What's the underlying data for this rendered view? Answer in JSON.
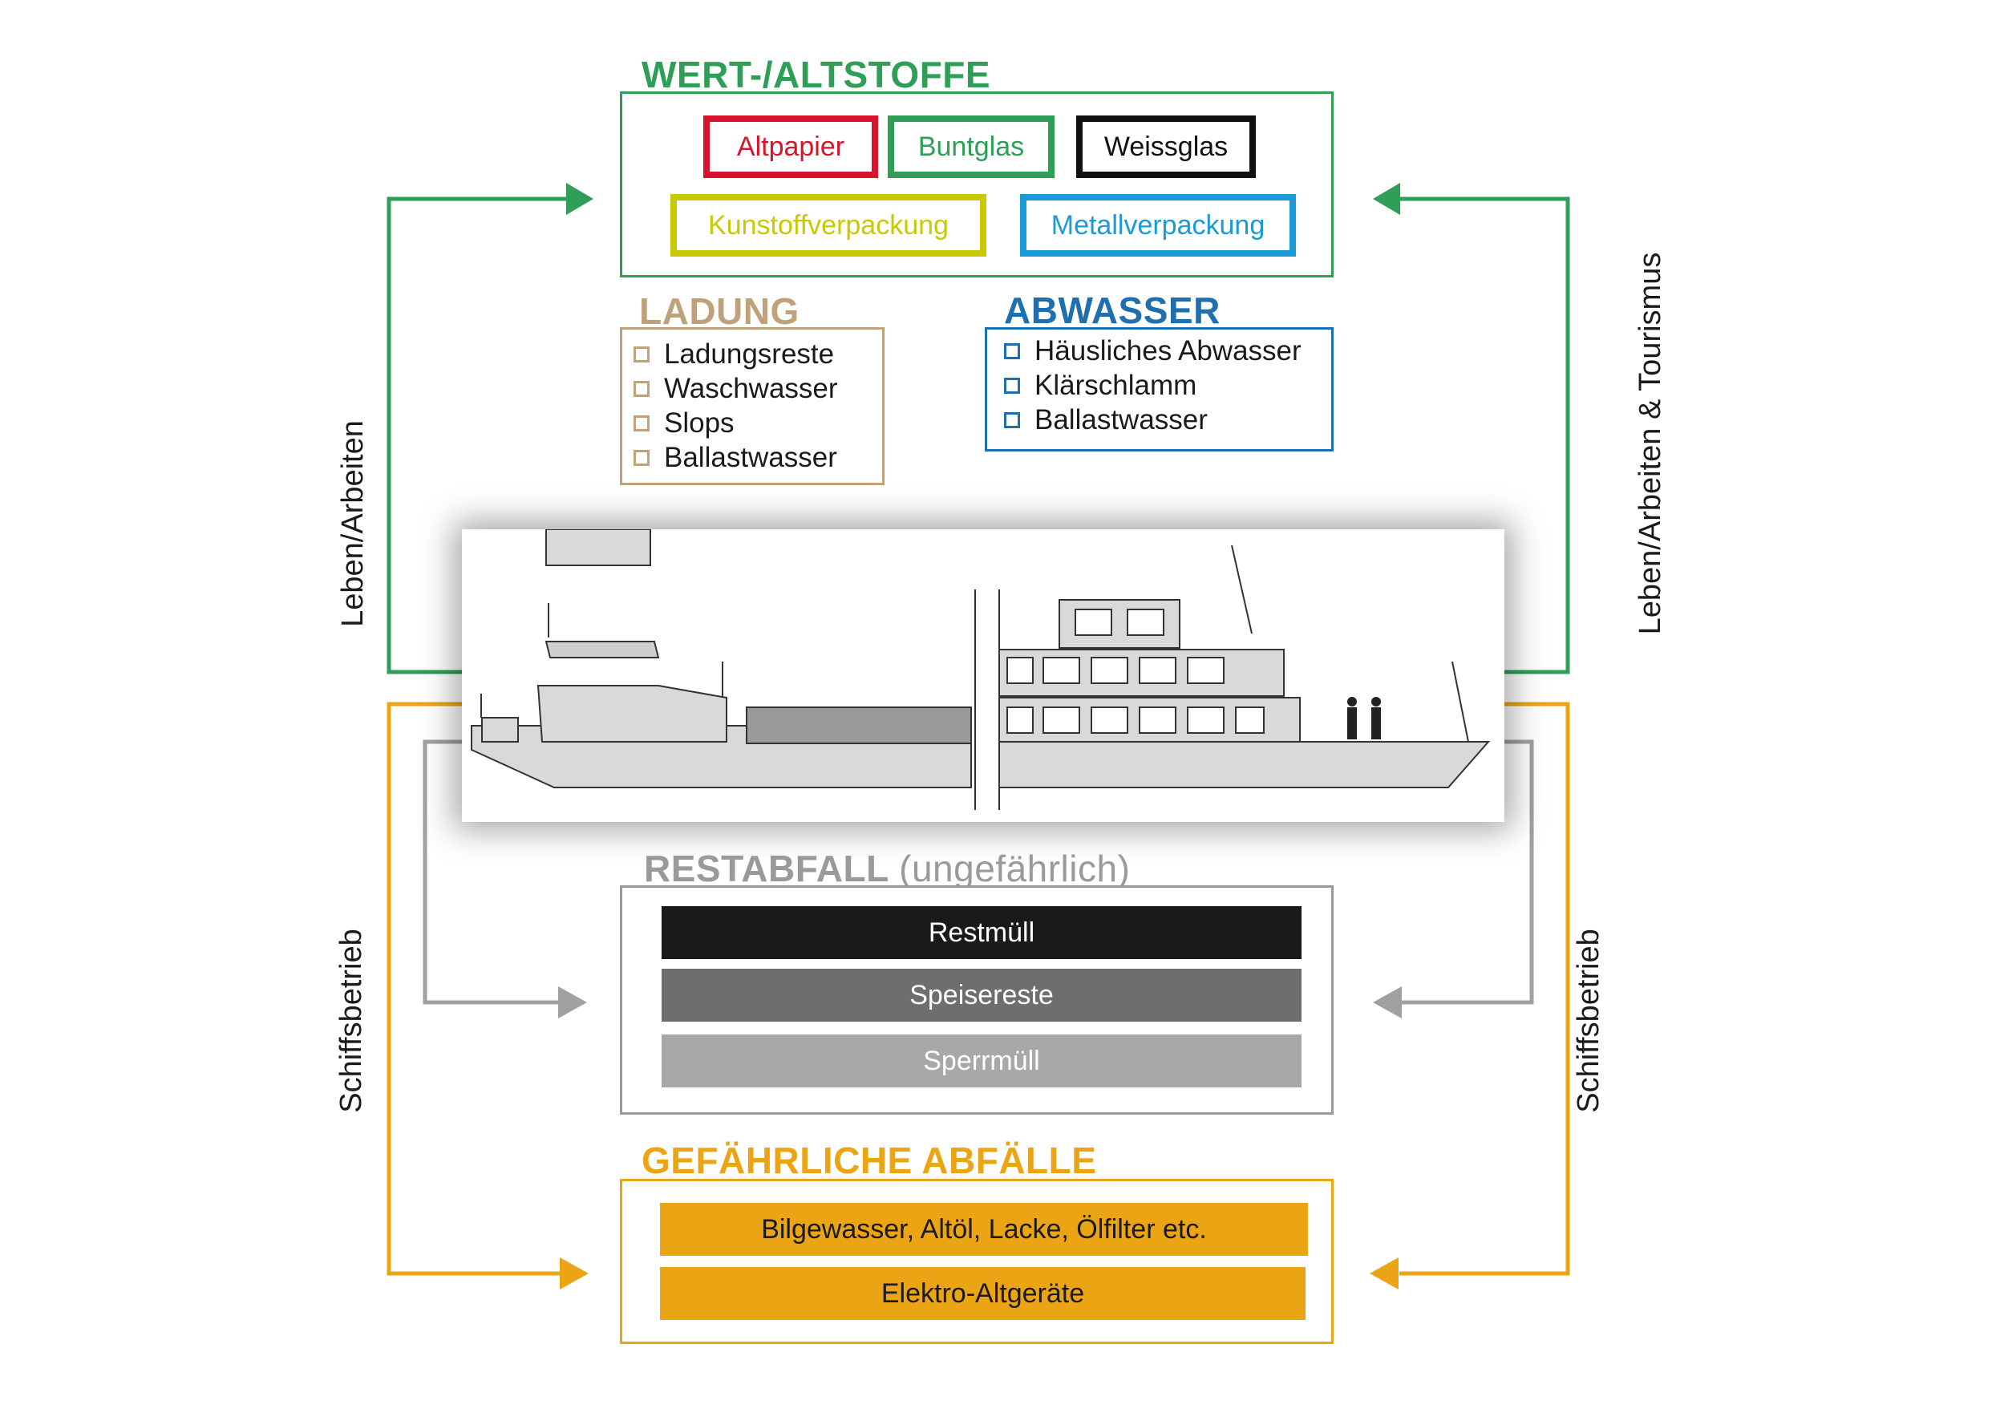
{
  "colors": {
    "green": "#2f9e57",
    "red": "#d7142b",
    "black": "#111111",
    "yellow": "#c9c900",
    "blue": "#1a9ad6",
    "brown": "#c0a27a",
    "darkblue": "#1e6fb0",
    "gray": "#9a9a9a",
    "orange": "#eba414"
  },
  "wertstoffe": {
    "title": "WERT-/ALTSTOFFE",
    "items": [
      {
        "label": "Altpapier",
        "color": "#d7142b"
      },
      {
        "label": "Buntglas",
        "color": "#2f9e57"
      },
      {
        "label": "Weissglas",
        "color": "#111111"
      },
      {
        "label": "Kunstoffverpackung",
        "color": "#c9c900"
      },
      {
        "label": "Metallverpackung",
        "color": "#1a9ad6"
      }
    ]
  },
  "ladung": {
    "title": "LADUNG",
    "items": [
      "Ladungsreste",
      "Waschwasser",
      "Slops",
      "Ballastwasser"
    ]
  },
  "abwasser": {
    "title": "ABWASSER",
    "items": [
      "Häusliches Abwasser",
      "Klärschlamm",
      "Ballastwasser"
    ]
  },
  "restabfall": {
    "title": "RESTABFALL",
    "subtitle": "(ungefährlich)",
    "items": [
      "Restmüll",
      "Speisereste",
      "Sperrmüll"
    ]
  },
  "gefaehrlich": {
    "title": "GEFÄHRLICHE ABFÄLLE",
    "items": [
      "Bilgewasser,  Altöl, Lacke, Ölfilter etc.",
      "Elektro-Altgeräte"
    ]
  },
  "side_labels": {
    "left_top": "Leben/Arbeiten",
    "right_top": "Leben/Arbeiten & Tourismus",
    "left_bottom": "Schiffsbetrieb",
    "right_bottom": "Schiffsbetrieb"
  }
}
